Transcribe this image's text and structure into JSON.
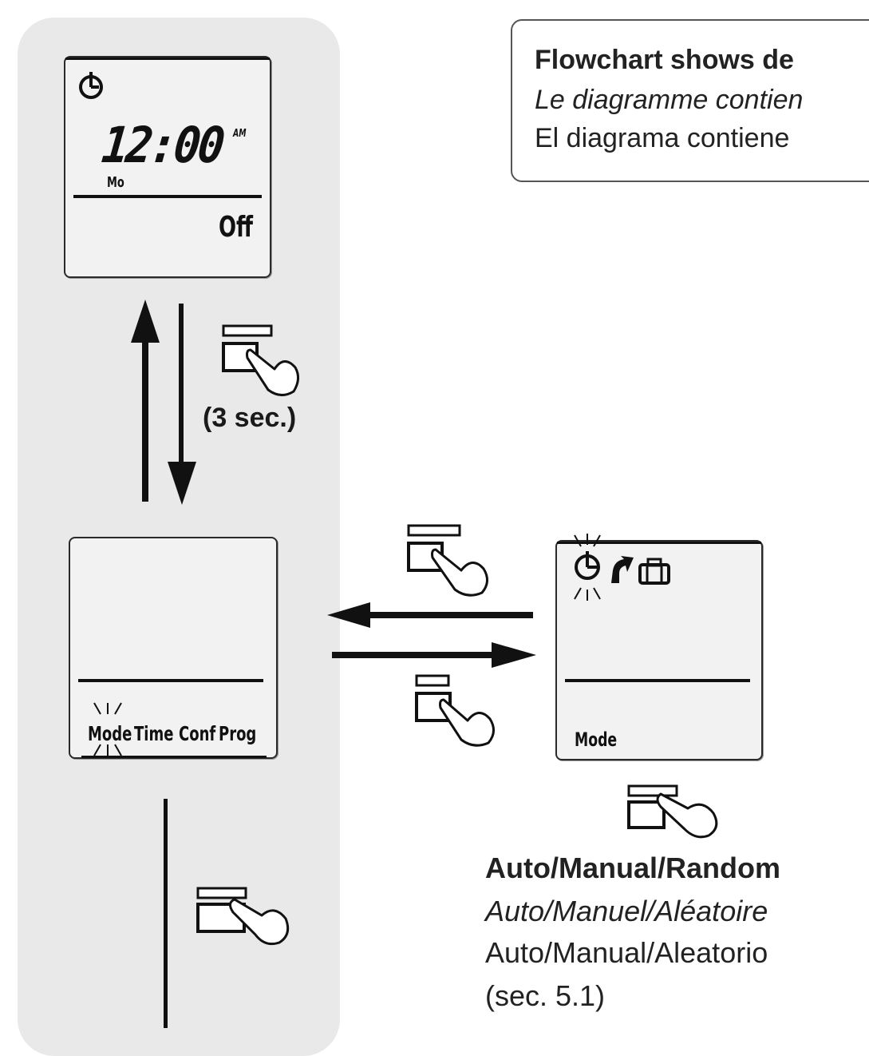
{
  "note": {
    "line1": "Flowchart shows de",
    "line2": "Le diagramme contien",
    "line3": "El diagrama contiene"
  },
  "display_home": {
    "time": "12:00",
    "ampm": "AM",
    "day": "Mo",
    "status": "Off"
  },
  "press_hint": "(3 sec.)",
  "display_menu": {
    "items": [
      "Mode",
      "Time",
      "Conf",
      "Prog"
    ]
  },
  "display_mode": {
    "label": "Mode"
  },
  "caption": {
    "en": "Auto/Manual/Random",
    "fr": "Auto/Manuel/Aléatoire",
    "es": "Auto/Manual/Aleatorio",
    "ref": "(sec. 5.1)"
  },
  "icons": [
    "clock-icon",
    "button-press-icon",
    "hand-icon",
    "arrow-up-icon",
    "arrow-down-icon",
    "arrow-left-icon",
    "arrow-right-icon",
    "flame-icon",
    "suitcase-icon",
    "blink-rays-icon"
  ],
  "colors": {
    "panel": "#e9e9e9",
    "ink": "#111111"
  }
}
